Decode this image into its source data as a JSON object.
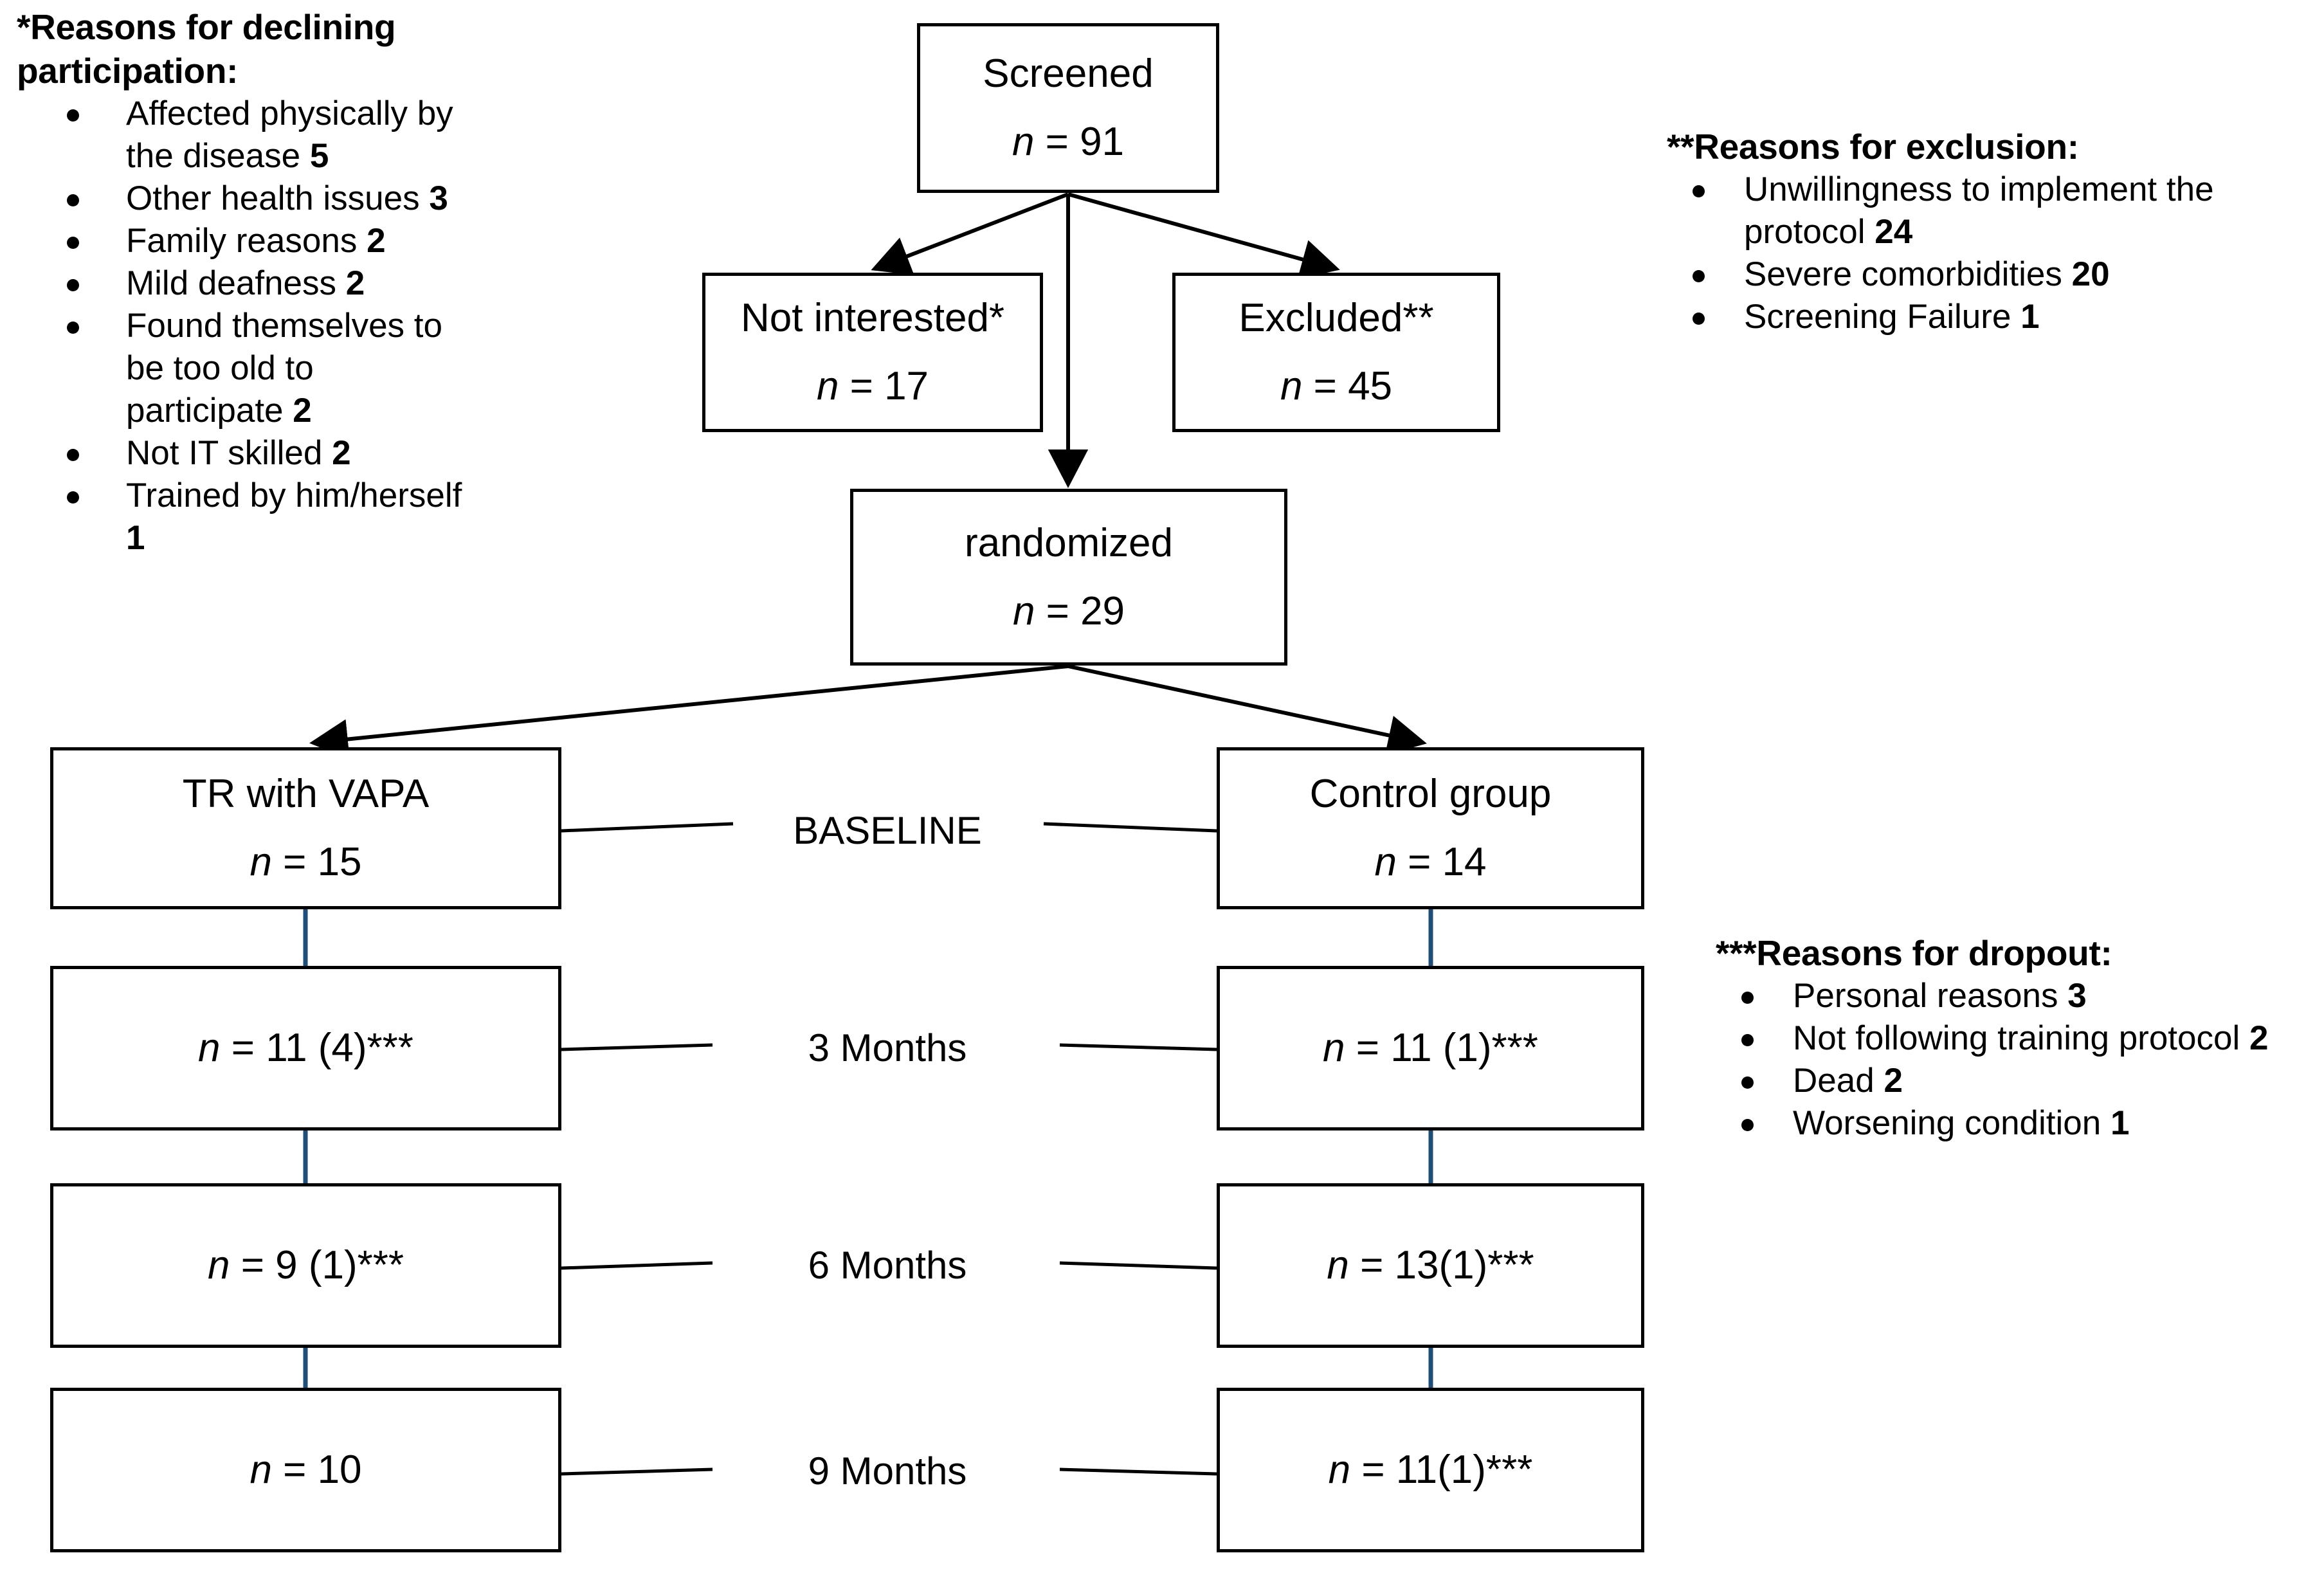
{
  "legends": {
    "declining": {
      "title": "*Reasons for declining participation:",
      "items": [
        {
          "text": "Affected physically by the disease ",
          "count": "5"
        },
        {
          "text": "Other health issues ",
          "count": "3"
        },
        {
          "text": "Family reasons ",
          "count": "2"
        },
        {
          "text": "Mild deafness  ",
          "count": "2"
        },
        {
          "text": "Found themselves to be too old to participate ",
          "count": "2"
        },
        {
          "text": "Not IT skilled ",
          "count": "2"
        },
        {
          "text": "Trained by him/herself  ",
          "count": "1"
        }
      ]
    },
    "exclusion": {
      "title": "**Reasons for exclusion:",
      "items": [
        {
          "text": "Unwillingness to implement the protocol ",
          "count": "24"
        },
        {
          "text": "Severe comorbidities ",
          "count": "20"
        },
        {
          "text": "Screening Failure ",
          "count": "1"
        }
      ]
    },
    "dropout": {
      "title": "***Reasons for dropout:",
      "items": [
        {
          "text": "Personal reasons ",
          "count": "3"
        },
        {
          "text": "Not following training protocol ",
          "count": "2"
        },
        {
          "text": "Dead ",
          "count": "2"
        },
        {
          "text": "Worsening condition ",
          "count": "1"
        }
      ]
    }
  },
  "flow": {
    "screened": {
      "label": "Screened",
      "n": "n = 91"
    },
    "not_interested": {
      "label": "Not interested*",
      "n": "n = 17"
    },
    "excluded": {
      "label": "Excluded**",
      "n": "n = 45"
    },
    "randomized": {
      "label": "randomized",
      "n": "n = 29"
    },
    "arm_treatment": {
      "label": "TR with VAPA",
      "n": "n = 15"
    },
    "arm_control": {
      "label": "Control group",
      "n": "n = 14"
    },
    "treatment_3m": {
      "n": "n = 11 (4)***"
    },
    "control_3m": {
      "n": "n = 11 (1)***"
    },
    "treatment_6m": {
      "n": "n = 9 (1)***"
    },
    "control_6m": {
      "n": "n = 13(1)***"
    },
    "treatment_9m": {
      "n": "n = 10"
    },
    "control_9m": {
      "n": "n = 11(1)***"
    }
  },
  "timepoints": {
    "baseline": "BASELINE",
    "m3": "3 Months",
    "m6": "6 Months",
    "m9": "9 Months"
  },
  "colors": {
    "stroke": "#000000",
    "connector_vertical": "#1F4E79",
    "background": "#FFFFFF"
  },
  "chart_data": {
    "type": "diagram",
    "title": "CONSORT participant flow diagram",
    "nodes": [
      {
        "id": "screened",
        "label": "Screened",
        "n": 91
      },
      {
        "id": "not_interested",
        "label": "Not interested*",
        "n": 17
      },
      {
        "id": "excluded",
        "label": "Excluded**",
        "n": 45
      },
      {
        "id": "randomized",
        "label": "randomized",
        "n": 29
      },
      {
        "id": "arm_treatment",
        "label": "TR with VAPA",
        "n": 15
      },
      {
        "id": "arm_control",
        "label": "Control group",
        "n": 14
      },
      {
        "id": "treatment_3m",
        "label": "n = 11 (4)***",
        "n": 11,
        "dropouts": 4
      },
      {
        "id": "control_3m",
        "label": "n = 11 (1)***",
        "n": 11,
        "dropouts": 1
      },
      {
        "id": "treatment_6m",
        "label": "n = 9 (1)***",
        "n": 9,
        "dropouts": 1
      },
      {
        "id": "control_6m",
        "label": "n = 13(1)***",
        "n": 13,
        "dropouts": 1
      },
      {
        "id": "treatment_9m",
        "label": "n = 10",
        "n": 10
      },
      {
        "id": "control_9m",
        "label": "n = 11(1)***",
        "n": 11,
        "dropouts": 1
      }
    ],
    "edges": [
      {
        "from": "screened",
        "to": "not_interested"
      },
      {
        "from": "screened",
        "to": "excluded"
      },
      {
        "from": "screened",
        "to": "randomized"
      },
      {
        "from": "randomized",
        "to": "arm_treatment"
      },
      {
        "from": "randomized",
        "to": "arm_control"
      },
      {
        "from": "arm_treatment",
        "to": "treatment_3m"
      },
      {
        "from": "treatment_3m",
        "to": "treatment_6m"
      },
      {
        "from": "treatment_6m",
        "to": "treatment_9m"
      },
      {
        "from": "arm_control",
        "to": "control_3m"
      },
      {
        "from": "control_3m",
        "to": "control_6m"
      },
      {
        "from": "control_6m",
        "to": "control_9m"
      }
    ],
    "timepoint_rows": [
      "BASELINE",
      "3 Months",
      "6 Months",
      "9 Months"
    ]
  }
}
